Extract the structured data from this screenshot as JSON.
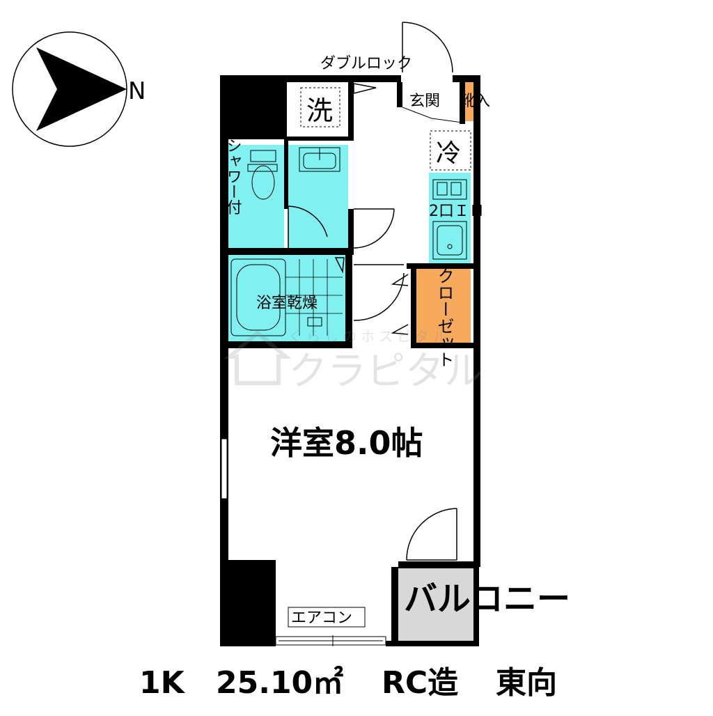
{
  "compass": {
    "north_label": "N",
    "icon": "north-arrow-icon"
  },
  "labels": {
    "double_lock": "ダブルロック",
    "entrance": "玄関",
    "shoe_storage": "靴入",
    "washer": "洗",
    "fridge": "冷",
    "ih_stove": "2口ＩＨ",
    "shower_toilet": "シャワー付",
    "bathroom": "浴室乾燥",
    "closet": "クローゼット",
    "watermark_sub": "くらしのホスピタル",
    "watermark_main": "クラピタル",
    "western_room": "洋室8.0帖",
    "balcony": "バルコニー",
    "aircon": "エアコン"
  },
  "footer": {
    "layout": "1K",
    "area": "25.10㎡",
    "structure": "RC造",
    "orientation": "東向"
  },
  "colors": {
    "wet_area": "#80f0f0",
    "closet": "#f7a95c",
    "balcony": "#d8d8d8",
    "wall": "#000000"
  }
}
